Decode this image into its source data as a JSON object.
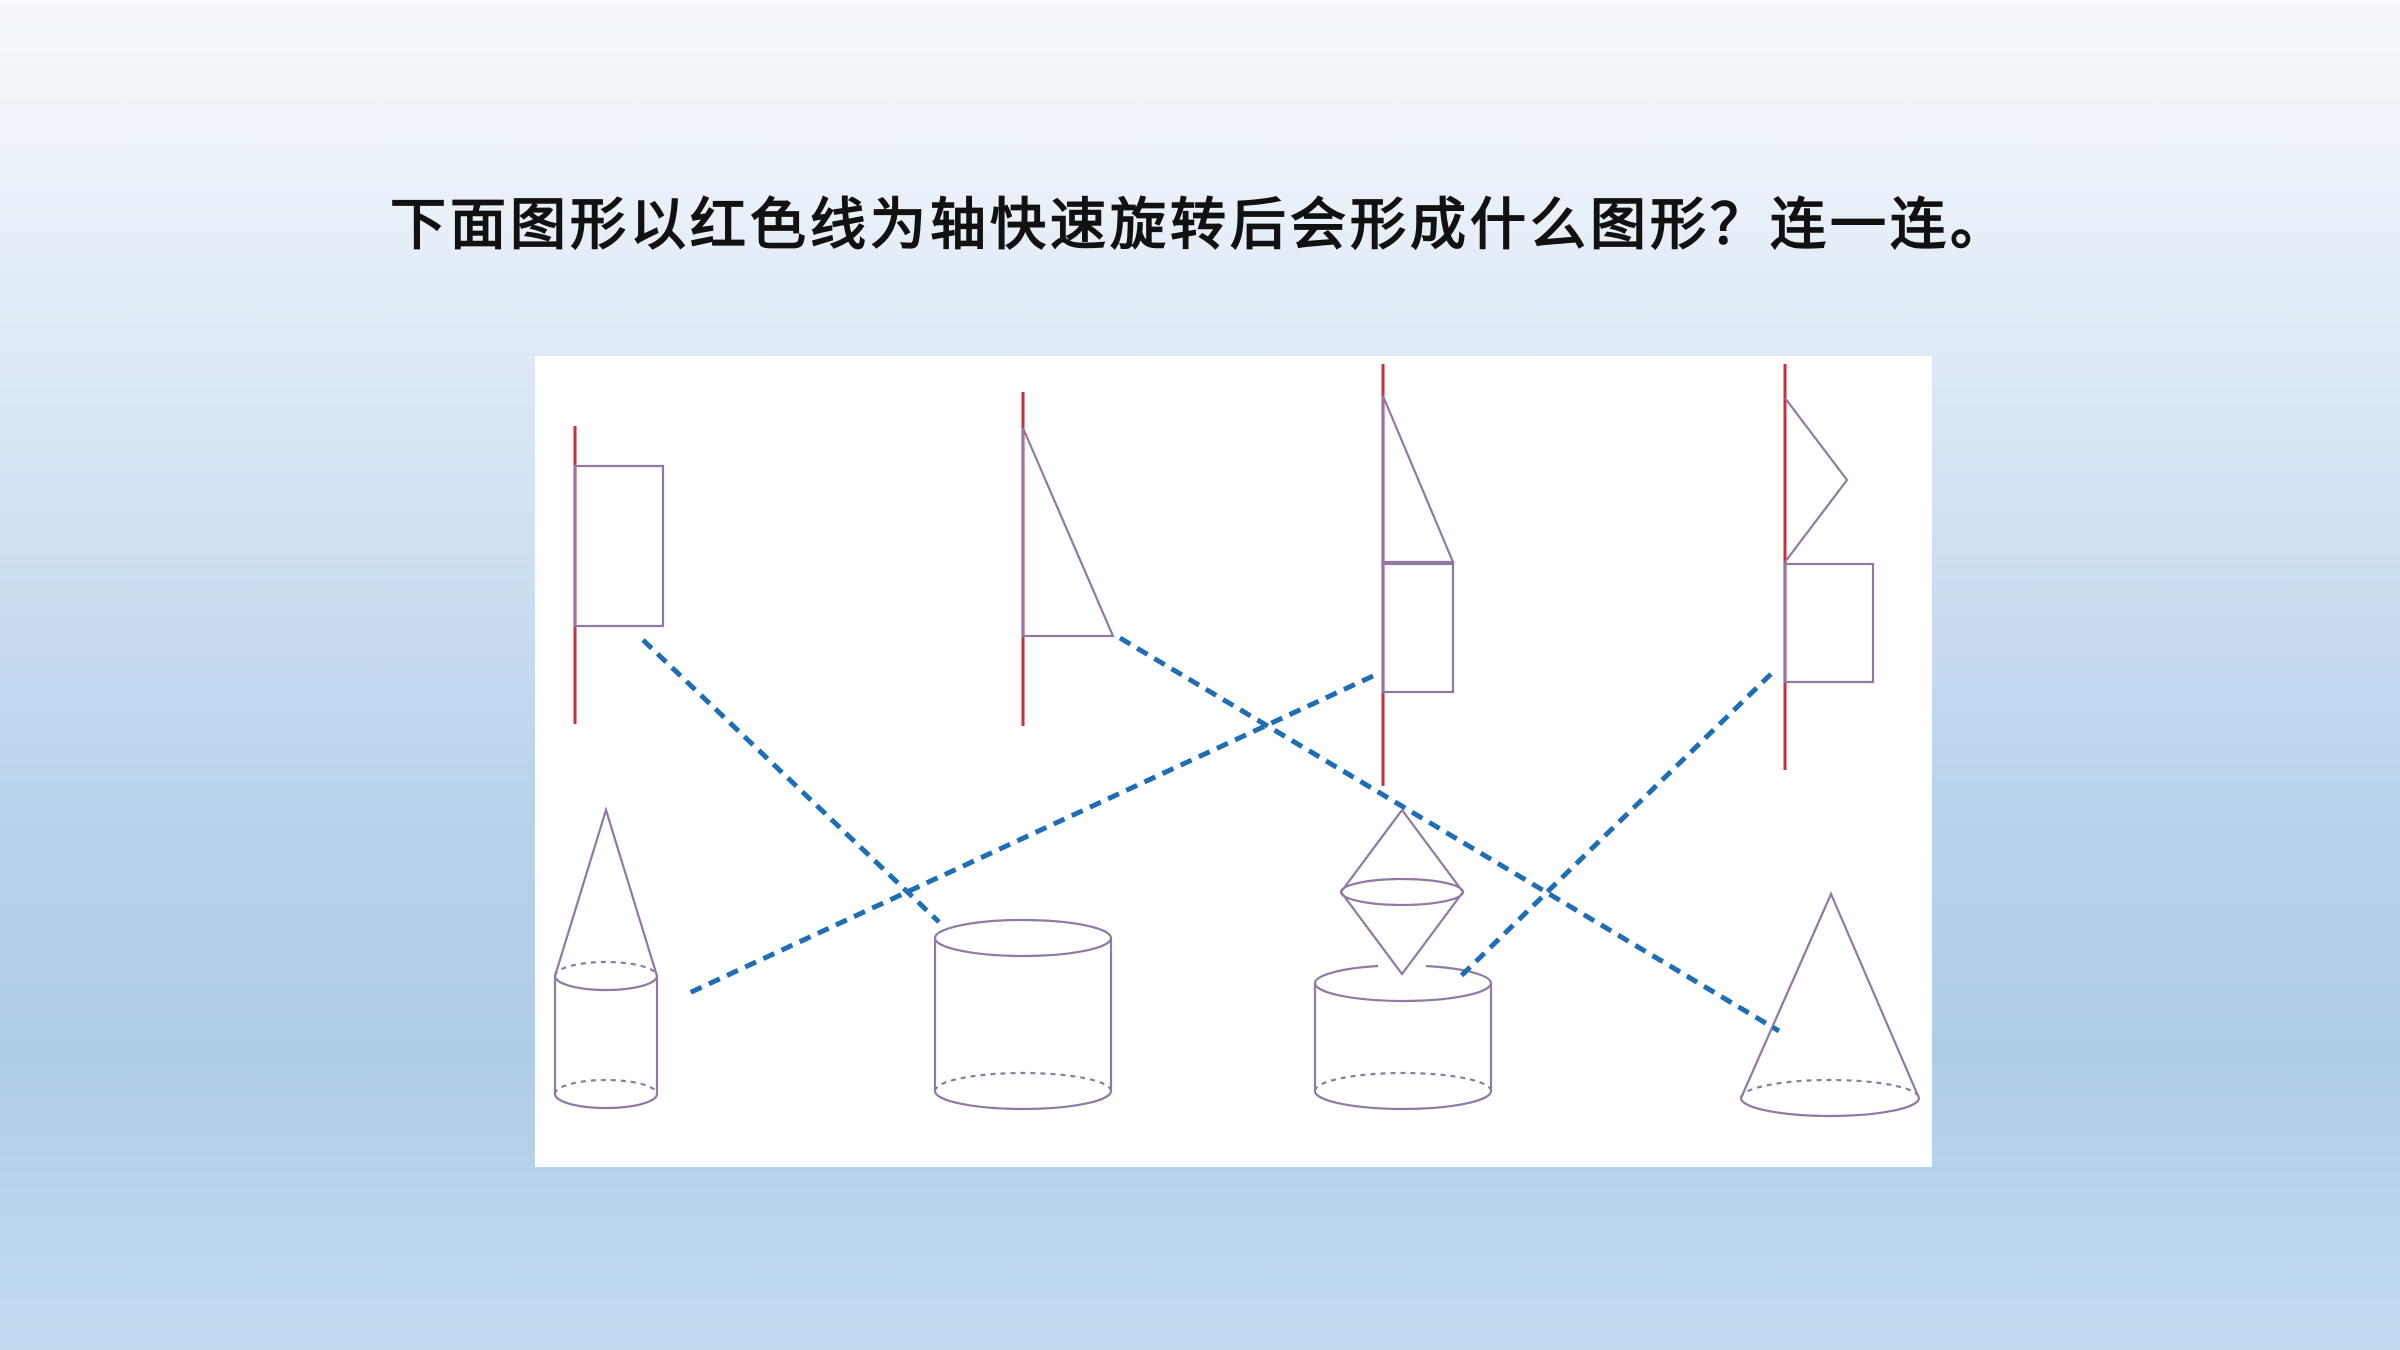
{
  "slide": {
    "question": "下面图形以红色线为轴快速旋转后会形成什么图形？连一连。"
  },
  "colors": {
    "axis": "#c8323c",
    "shape_outline": "#8e7aa4",
    "match_line": "#1f6eb5",
    "panel": "#ffffff"
  },
  "diagram": {
    "plane_figures": [
      {
        "name": "rectangle",
        "icon": "rectangle-beside-axis"
      },
      {
        "name": "right-triangle",
        "icon": "right-triangle-beside-axis"
      },
      {
        "name": "triangle-over-rectangle",
        "icon": "triangle-over-rectangle-beside-axis"
      },
      {
        "name": "triangle-over-rectangle-gap",
        "icon": "triangle-over-rectangle-beside-axis"
      }
    ],
    "solids": [
      {
        "name": "cone-on-cylinder",
        "icon": "cone-on-cylinder"
      },
      {
        "name": "cylinder",
        "icon": "cylinder"
      },
      {
        "name": "double-cone-over-cylinder",
        "icon": "double-cone-over-cylinder"
      },
      {
        "name": "cone",
        "icon": "cone"
      }
    ],
    "matches": [
      {
        "from": "rectangle",
        "to": "cylinder"
      },
      {
        "from": "right-triangle",
        "to": "cone"
      },
      {
        "from": "triangle-over-rectangle",
        "to": "cone-on-cylinder"
      },
      {
        "from": "triangle-over-rectangle-gap",
        "to": "double-cone-over-cylinder"
      }
    ]
  }
}
